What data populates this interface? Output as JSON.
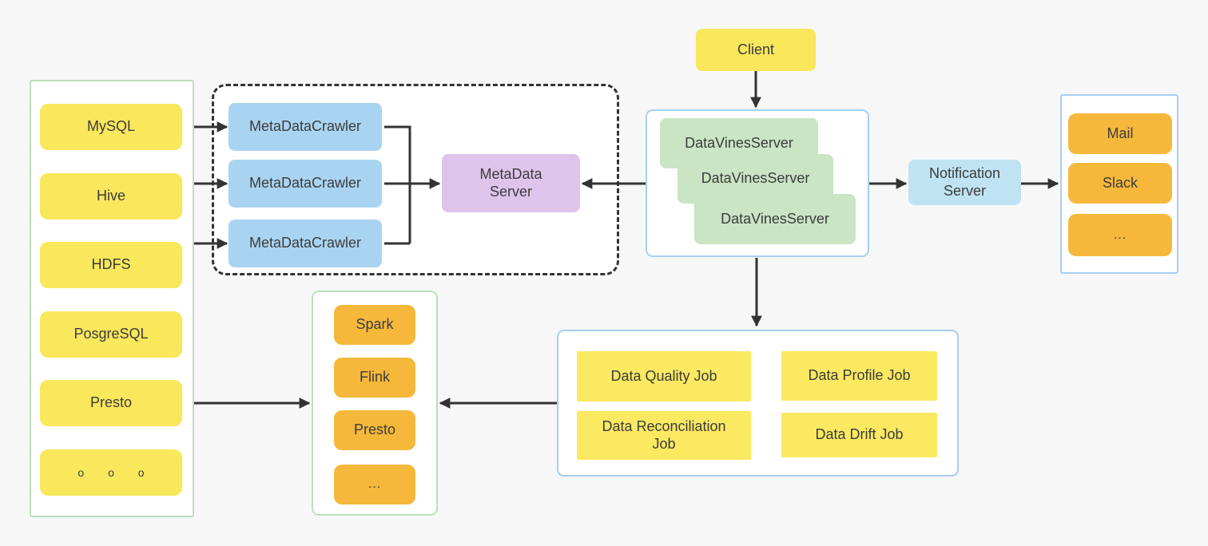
{
  "palette": {
    "background": "#F7F7F8",
    "yellow_node": "#F9E75C",
    "orange_node": "#F6B83B",
    "blue_node": "#A9D4F1",
    "green_node": "#C9E5C4",
    "purple_node": "#DEC3EB",
    "cyan_node": "#BFE3F2",
    "green_container_border": "#BCDFB8",
    "blue_container_border": "#A8CEF2",
    "connector_line": "#333333",
    "text": "#3C3C3C"
  },
  "datasource_panel": {
    "items": [
      "MySQL",
      "Hive",
      "HDFS",
      "PosgreSQL",
      "Presto",
      "o o o"
    ]
  },
  "crawler_panel": {
    "items": [
      "MetaDataCrawler",
      "MetaDataCrawler",
      "MetaDataCrawler"
    ]
  },
  "metadata_server": {
    "line1": "MetaData",
    "line2": "Server"
  },
  "client": {
    "label": "Client"
  },
  "server_cluster": {
    "items": [
      "DataVinesServer",
      "DataVinesServer",
      "DataVinesServer"
    ]
  },
  "notification_server": {
    "line1": "Notification",
    "line2": "Server"
  },
  "notification_channels": {
    "items": [
      "Mail",
      "Slack",
      "..."
    ]
  },
  "engine_panel": {
    "items": [
      "Spark",
      "Flink",
      "Presto",
      "..."
    ]
  },
  "job_panel": {
    "items": [
      "Data Quality Job",
      "Data Profile Job",
      "Data Reconciliation Job",
      "Data Drift Job"
    ]
  }
}
